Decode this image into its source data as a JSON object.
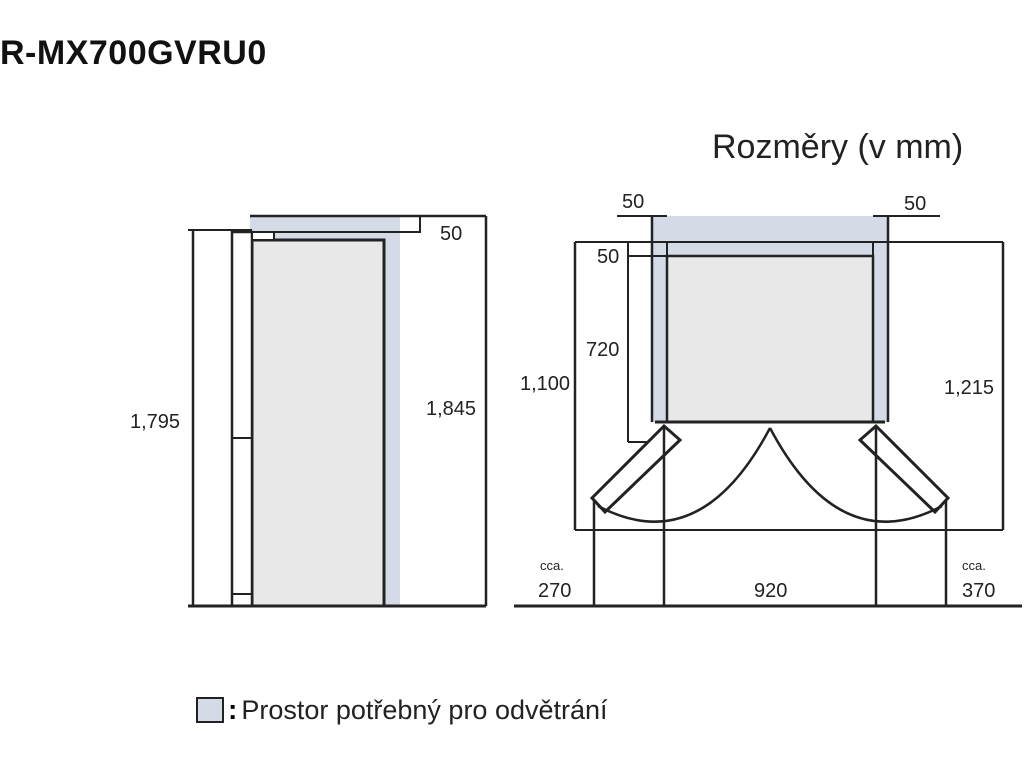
{
  "model": "R-MX700GVRU0",
  "heading": "Rozměry (v mm)",
  "side_view": {
    "height_body": "1,795",
    "height_total": "1,845",
    "top_clearance": "50"
  },
  "top_view": {
    "gap_left": "50",
    "gap_right": "50",
    "back_gap": "50",
    "depth": "720",
    "depth_open": "1,100",
    "depth_total": "1,215",
    "door_left_prefix": "cca.",
    "door_left": "270",
    "width": "920",
    "door_right_prefix": "cca.",
    "door_right": "370"
  },
  "legend": {
    "text": "Prostor potřebný pro odvětrání",
    "color": "#d5dbe6"
  },
  "colors": {
    "ventilation": "#d5dbe6",
    "interior": "#e8e8e8",
    "line": "#222222"
  }
}
